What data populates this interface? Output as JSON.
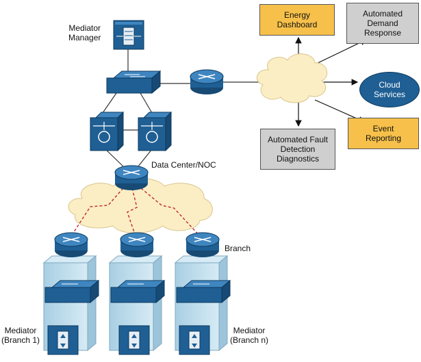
{
  "labels": {
    "mediator_manager": "Mediator\nManager",
    "data_center": "Data Center/NOC",
    "branch": "Branch",
    "mediator_branch_1": "Mediator\n(Branch 1)",
    "mediator_branch_n": "Mediator\n(Branch n)"
  },
  "services": {
    "energy_dashboard": "Energy\nDashboard",
    "automated_demand_response": "Automated\nDemand\nResponse",
    "cloud_services": "Cloud\nServices",
    "event_reporting": "Event\nReporting",
    "automated_fault_detection": "Automated Fault\nDetection\nDiagnostics"
  },
  "colors": {
    "device_blue": "#1f5f94",
    "device_top": "#3f86c0",
    "highlight_box": "#f6c04a",
    "neutral_box": "#cfcfcf",
    "wan_link": "#c0282e",
    "cloud_fill": "#fbeec4",
    "building": "#b9d9ea"
  },
  "icons": [
    "server-icon",
    "switch-icon",
    "router-icon",
    "multilayer-switch-icon",
    "cloud-icon",
    "building-icon"
  ]
}
